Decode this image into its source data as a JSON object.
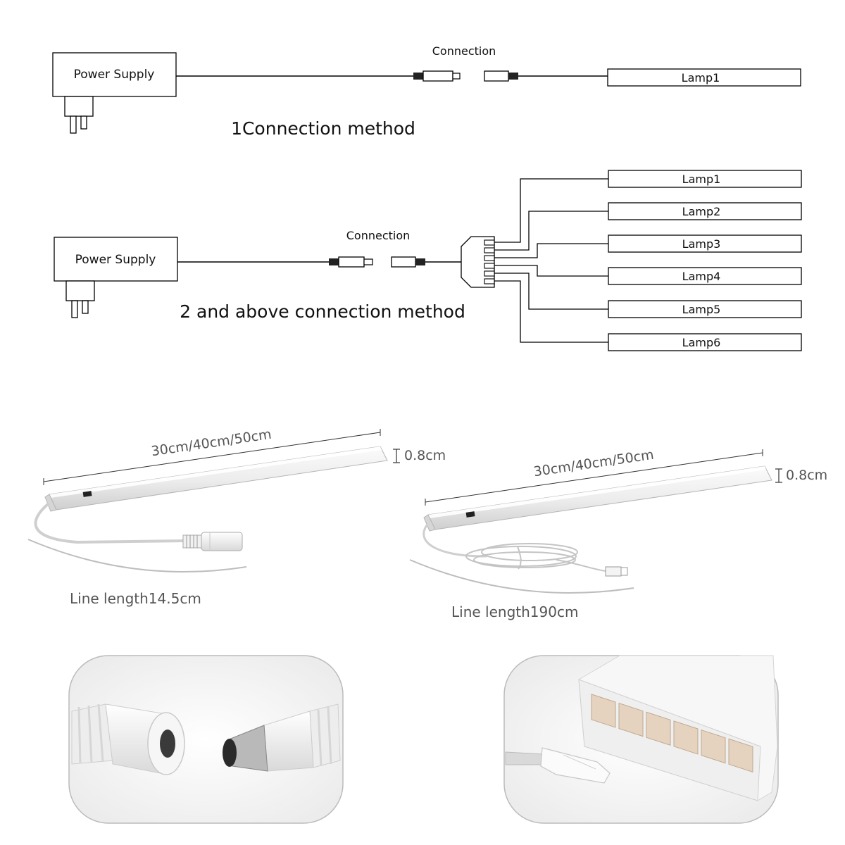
{
  "diagram1": {
    "power_supply_label": "Power Supply",
    "connection_label": "Connection",
    "lamp_label": "Lamp1",
    "method_title": "1Connection method"
  },
  "diagram2": {
    "power_supply_label": "Power Supply",
    "connection_label": "Connection",
    "lamps": [
      "Lamp1",
      "Lamp2",
      "Lamp3",
      "Lamp4",
      "Lamp5",
      "Lamp6"
    ],
    "method_title": "2 and above connection method"
  },
  "product_left": {
    "length_label": "30cm/40cm/50cm",
    "height_label": "0.8cm",
    "line_length_label": "Line length14.5cm"
  },
  "product_right": {
    "length_label": "30cm/40cm/50cm",
    "height_label": "0.8cm",
    "line_length_label": "Line length190cm"
  },
  "colors": {
    "line": "#000000",
    "text": "#111111",
    "gray_text": "#555555",
    "frame": "#bbbbbb"
  }
}
